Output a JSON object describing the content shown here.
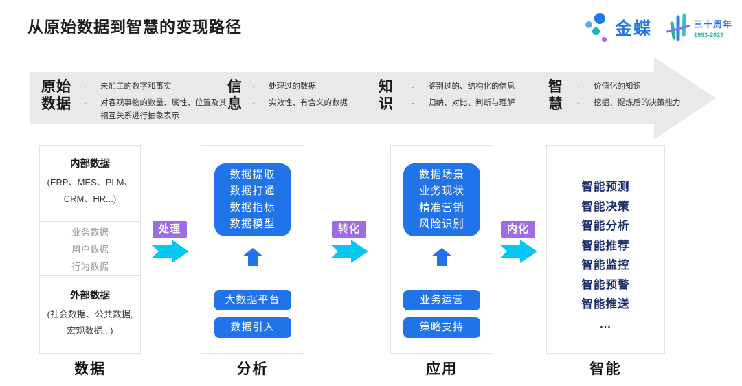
{
  "slide": {
    "title": "从原始数据到智慧的变现路径"
  },
  "logo": {
    "brand": "金蝶",
    "anniversary": "三十周年",
    "years": "1993-2023"
  },
  "banner": {
    "stages": [
      {
        "title_line1": "原始",
        "title_line2": "数据",
        "bullets": [
          "未加工的数字和事实",
          "对客观事物的数量、属性、位置及其相互关系进行抽象表示"
        ]
      },
      {
        "title_line1": "信",
        "title_line2": "息",
        "bullets": [
          "处理过的数据",
          "实效性、有含义的数据"
        ]
      },
      {
        "title_line1": "知",
        "title_line2": "识",
        "bullets": [
          "鉴别过的、结构化的信息",
          "归纳、对比、判断与理解"
        ]
      },
      {
        "title_line1": "智",
        "title_line2": "慧",
        "bullets": [
          "价值化的知识",
          "挖掘、提炼后的决策能力"
        ]
      }
    ]
  },
  "flow": {
    "connectors": [
      {
        "label": "处理"
      },
      {
        "label": "转化"
      },
      {
        "label": "内化"
      }
    ],
    "columns": [
      {
        "label": "数据",
        "internal": {
          "title": "内部数据",
          "line1": "(ERP、MES、PLM、",
          "line2": "CRM、HR...)"
        },
        "middle_items": [
          "业务数据",
          "用户数据",
          "行为数据"
        ],
        "external": {
          "title": "外部数据",
          "line1": "(社会数据、公共数据,",
          "line2": "宏观数据...)"
        }
      },
      {
        "label": "分析",
        "panel_lines": [
          "数据提取",
          "数据打通",
          "数据指标",
          "数据模型"
        ],
        "buttons": [
          "大数据平台",
          "数据引入"
        ]
      },
      {
        "label": "应用",
        "panel_lines": [
          "数据场景",
          "业务现状",
          "精准营销",
          "风险识别"
        ],
        "buttons": [
          "业务运营",
          "策略支持"
        ]
      },
      {
        "label": "智能",
        "items": [
          "智能预测",
          "智能决策",
          "智能分析",
          "智能推荐",
          "智能监控",
          "智能预警",
          "智能推送",
          "..."
        ]
      }
    ]
  },
  "colors": {
    "primary_blue": "#2173EA",
    "navy_text": "#1B2E6B",
    "badge_purple": "#A06CE4",
    "arrow_cyan": "#06C7F1",
    "banner_gray": "#E9E9E9",
    "brand_blue": "#2176E4",
    "brand_teal": "#2BB4A2"
  }
}
